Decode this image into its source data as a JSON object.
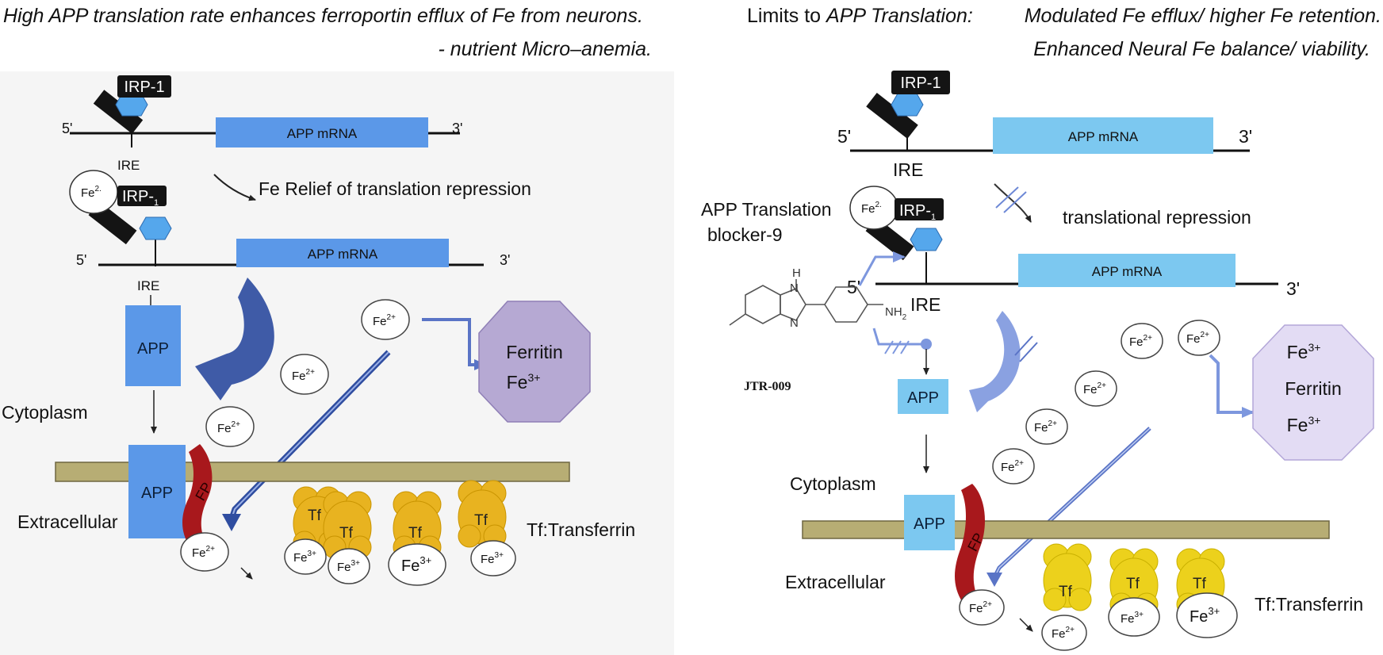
{
  "colors": {
    "mrna_left": "#5b98e8",
    "mrna_right": "#7cc8f0",
    "app_left": "#5b98e8",
    "app_right": "#7cc8f0",
    "membrane": "#b7ad74",
    "membrane_edge": "#6e6640",
    "ferroportin": "#a8181c",
    "transferrin_left": "#e8b320",
    "transferrin_right": "#ecd11c",
    "ferritin_left": "#b6a9d3",
    "ferritin_right": "#e3dcf4",
    "arrow_left": "#2f4da0",
    "arrow_right": "#6d88d6",
    "irp": "#141414",
    "ire_hex": "#55a7ec"
  },
  "left_panel": {
    "title_line1": "High APP translation rate enhances ferroportin efflux of Fe from neurons.",
    "title_line2": "- nutrient Micro–anemia.",
    "top_strand": {
      "irp_label": "IRP-1",
      "five_prime": "5'",
      "three_prime": "3'",
      "mrna_label": "APP mRNA",
      "ire_label": "IRE"
    },
    "relief_text": "Fe Relief of translation repression",
    "bound_strand": {
      "fe_label": "Fe",
      "fe_sup": "2.",
      "irp_label": "IRP-",
      "irp_sub": "1",
      "five_prime": "5'",
      "three_prime": "3'",
      "mrna_label": "APP mRNA",
      "ire_label": "IRE"
    },
    "app_cytoplasm": "APP",
    "app_membrane": "APP",
    "cytoplasm_label": "Cytoplasm",
    "extracellular_label": "Extracellular",
    "fp_label": "FP",
    "ferritin_line1": "Ferritin",
    "ferritin_fe": "Fe",
    "ferritin_fe_sup": "3+",
    "fe2": "Fe",
    "fe2_sup": "2+",
    "fe3": "Fe",
    "fe3_sup": "3+",
    "tf_label": "Tf",
    "tf_legend": "Tf:Transferrin"
  },
  "right_panel": {
    "title_prefix": "Limits to ",
    "title_italic": "APP Translation:",
    "title_effect_line1": "Modulated Fe efflux/ higher Fe retention.",
    "title_effect_line2": "Enhanced  Neural Fe balance/ viability.",
    "top_strand": {
      "irp_label": "IRP-1",
      "five_prime": "5'",
      "three_prime": "3'",
      "mrna_label": "APP mRNA",
      "ire_label": "IRE"
    },
    "blocker_line1": "APP Translation",
    "blocker_line2": "blocker-9",
    "repression_text": "translational  repression",
    "bound_strand": {
      "fe_label": "Fe",
      "fe_sup": "2.",
      "irp_label": "IRP-",
      "irp_sub": "1",
      "five_prime": "5'",
      "three_prime": "3'",
      "mrna_label": "APP mRNA",
      "ire_label": "IRE"
    },
    "chem_h": "H",
    "chem_n_top": "N",
    "chem_n_bottom": "N",
    "chem_nh2": "NH",
    "chem_nh2_sub": "2",
    "compound_code": "JTR-009",
    "app_cytoplasm": "APP",
    "app_membrane": "APP",
    "cytoplasm_label": "Cytoplasm",
    "extracellular_label": "Extracellular",
    "fp_label": "FP",
    "ferritin_top_fe": "Fe",
    "ferritin_top_fe_sup": "3+",
    "ferritin_line": "Ferritin",
    "ferritin_bottom_fe": "Fe",
    "ferritin_bottom_fe_sup": "3+",
    "fe2": "Fe",
    "fe2_sup": "2+",
    "fe3": "Fe",
    "fe3_sup": "3+",
    "tf_label": "Tf",
    "tf_legend": "Tf:Transferrin"
  }
}
